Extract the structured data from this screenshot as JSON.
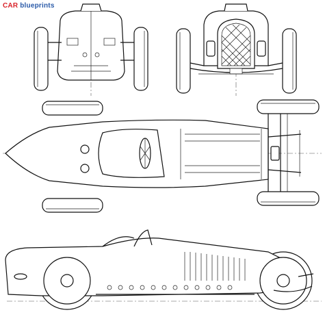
{
  "watermark": {
    "brand": "CAR",
    "rest": " blueprints"
  },
  "views": [
    "rear-view",
    "front-view",
    "top-view",
    "side-view"
  ],
  "colors": {
    "brand_red": "#d9232a",
    "brand_blue": "#2a5aa8",
    "ink": "#111111"
  }
}
